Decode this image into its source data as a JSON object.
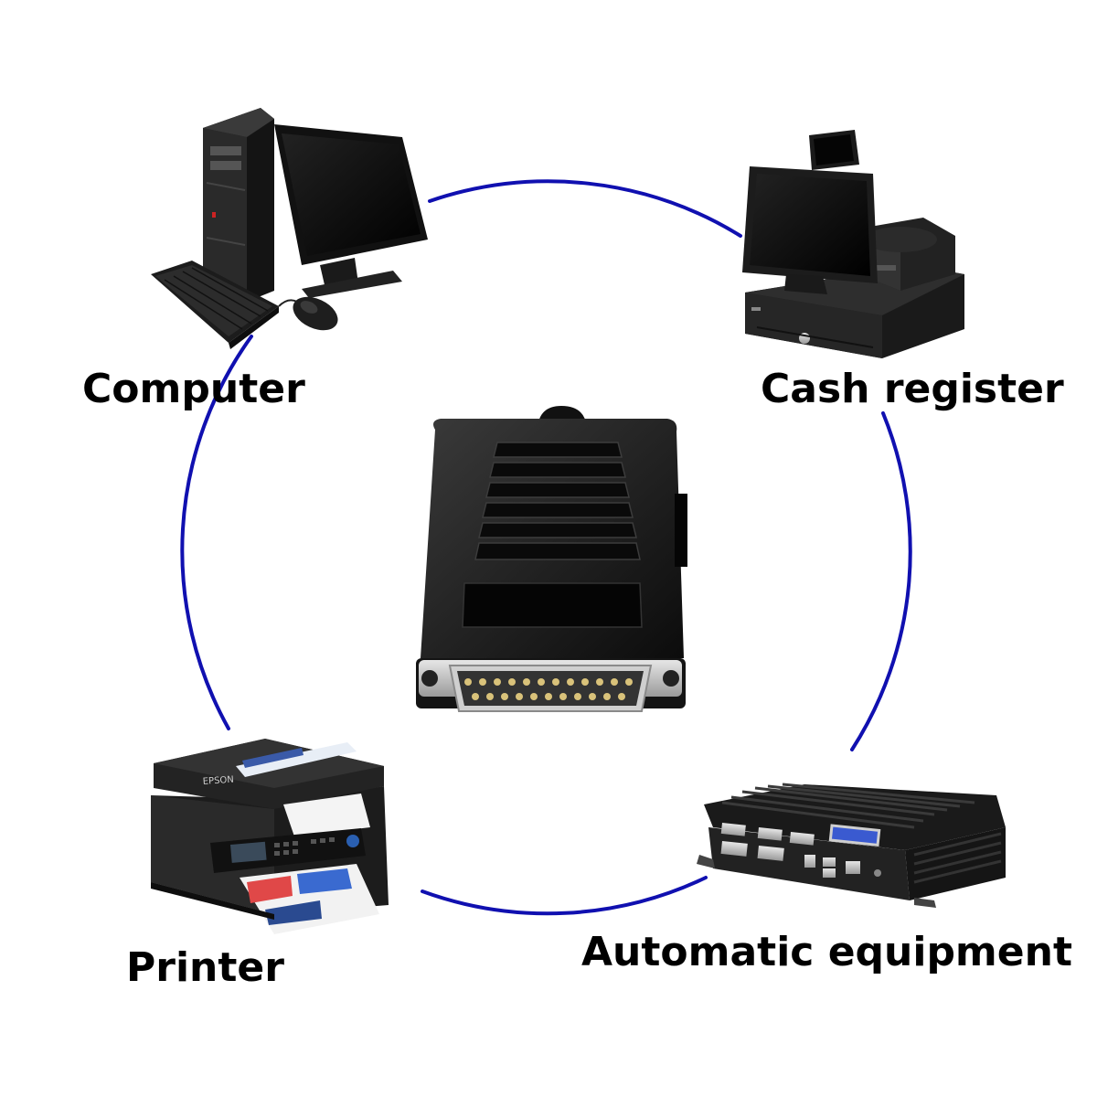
{
  "labels": {
    "computer": "Computer",
    "cash_register": "Cash register",
    "printer": "Printer",
    "automatic_equipment": "Automatic equipment"
  },
  "device_logos": {
    "printer_brand": "EPSON"
  },
  "colors": {
    "ring": "#1010b0",
    "device_black": "#1a1a1a",
    "label_text": "#000000"
  }
}
